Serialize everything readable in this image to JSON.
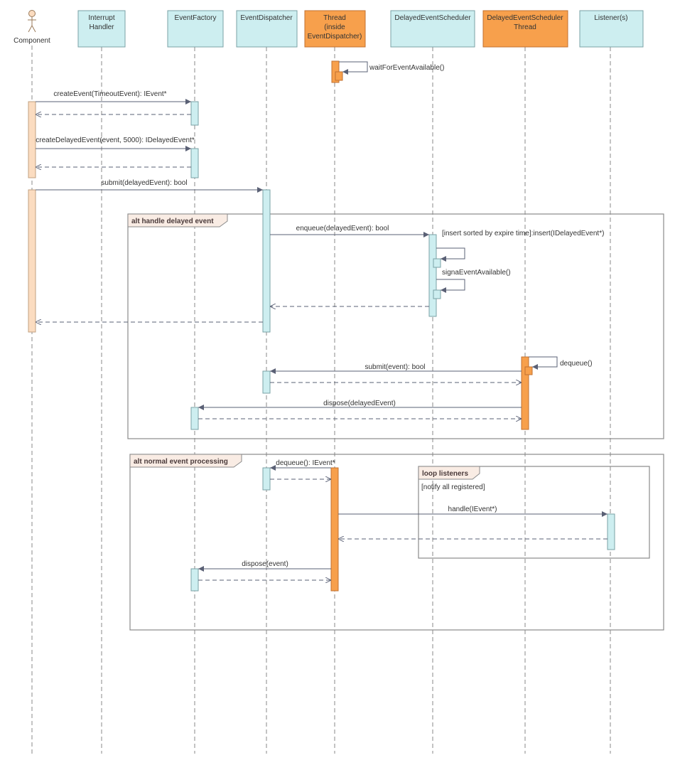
{
  "colors": {
    "lifeline_box_blue": "#cdeef0",
    "lifeline_box_orange": "#f7a04c",
    "activation_blue": "#cdeef0",
    "activation_orange": "#f7a04c",
    "activation_peach": "#fbdcc0",
    "frame_tab": "#f9ece4",
    "line": "#5a6075",
    "dashed_lifeline": "#888888",
    "frame_border": "#8a8a8a"
  },
  "actor": {
    "name": "Component",
    "icon": "stick-figure-icon"
  },
  "lifelines": [
    {
      "id": "interrupt",
      "lines": [
        "Interrupt",
        "Handler"
      ],
      "style": "blue"
    },
    {
      "id": "factory",
      "lines": [
        "EventFactory"
      ],
      "style": "blue"
    },
    {
      "id": "dispatcher",
      "lines": [
        "EventDispatcher"
      ],
      "style": "blue"
    },
    {
      "id": "thread",
      "lines": [
        "Thread",
        "(inside",
        "EventDispatcher)"
      ],
      "style": "orange"
    },
    {
      "id": "scheduler",
      "lines": [
        "DelayedEventScheduler"
      ],
      "style": "blue"
    },
    {
      "id": "scheduler_thread",
      "lines": [
        "DelayedEventScheduler",
        "Thread"
      ],
      "style": "orange"
    },
    {
      "id": "listeners",
      "lines": [
        "Listener(s)"
      ],
      "style": "blue"
    }
  ],
  "messages": {
    "wait_for_event": "waitForEventAvailable()",
    "create_event": "createEvent(TimeoutEvent): IEvent*",
    "create_delayed_event": "createDelayedEvent(event, 5000): IDelayedEvent*",
    "submit_delayed": "submit(delayedEvent): bool",
    "enqueue": "enqueue(delayedEvent): bool",
    "insert_sorted": "[insert sorted by expire time]:insert(IDelayedEvent*)",
    "signal_event": "signaEventAvailable()",
    "dequeue_self": "dequeue()",
    "submit_event": "submit(event): bool",
    "dispose_delayed": "dispose(delayedEvent)",
    "dequeue_ievent": "dequeue(): IEvent*",
    "handle": "handle(IEvent*)",
    "dispose_event": "dispose(event)"
  },
  "frames": {
    "alt_delayed": "alt handle delayed event",
    "alt_normal": "alt normal event processing",
    "loop_listeners": "loop listeners",
    "loop_guard": "[notify all registered]"
  }
}
